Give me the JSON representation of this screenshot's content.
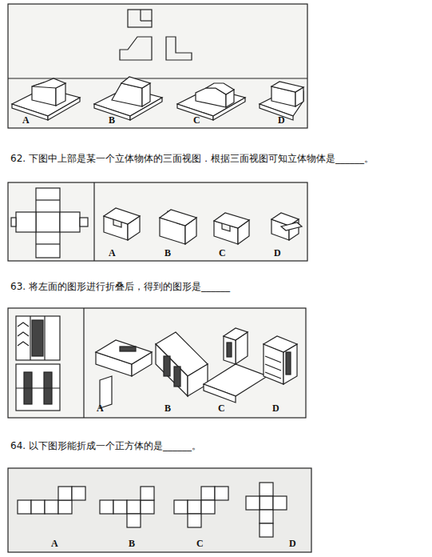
{
  "diagram": {
    "labels": [
      "A",
      "B",
      "C",
      "D",
      "62. 下图中上部是某一个立体物体的三面视图．根据三面视图可知立体物体是______。",
      "A",
      "B",
      "C",
      "D",
      "63. 将左面的图形进行折叠后，得到的图形是______",
      "A",
      "B",
      "C",
      "D",
      "64. 以下图形能折成一个正方体的是______。",
      "A",
      "B",
      "C",
      "D"
    ]
  }
}
